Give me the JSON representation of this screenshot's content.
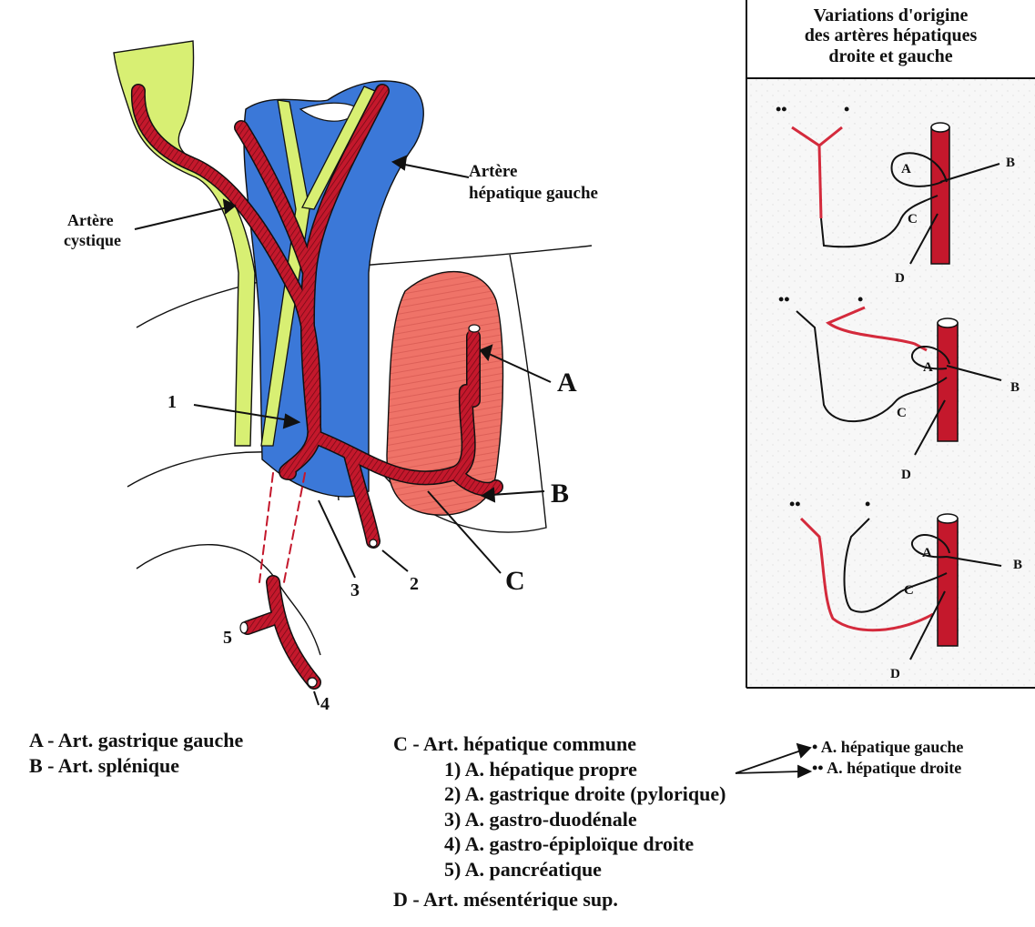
{
  "colors": {
    "artery": "#c4182c",
    "artery_stripe": "#6e0a14",
    "bile_duct": "#d8ef73",
    "liver": "#3b78d8",
    "stomach": "#ef7368",
    "outline": "#111111"
  },
  "diagram_labels": {
    "left_hepatic_artery": [
      "Artère",
      "hépatique gauche"
    ],
    "cystic_artery": [
      "Artère",
      "cystique"
    ],
    "label_1": "1",
    "label_2": "2",
    "label_3": "3",
    "label_4": "4",
    "label_5": "5",
    "label_A": "A",
    "label_B": "B",
    "label_C": "C"
  },
  "variations_panel": {
    "title": [
      "Variations d'origine",
      "des artères hépatiques",
      "droite et gauche"
    ],
    "variants": [
      {
        "double_dot": "••",
        "single_dot": "•",
        "A": "A",
        "B": "B",
        "C": "C",
        "D": "D"
      },
      {
        "double_dot": "••",
        "single_dot": "•",
        "A": "A",
        "B": "B",
        "C": "C",
        "D": "D"
      },
      {
        "double_dot": "••",
        "single_dot": "•",
        "A": "A",
        "B": "B",
        "C": "C",
        "D": "D"
      }
    ]
  },
  "legend": {
    "A": "A - Art. gastrique gauche",
    "B": "B - Art. splénique",
    "C": "C - Art. hépatique commune",
    "C_items": [
      "1) A. hépatique propre",
      "2) A. gastrique droite (pylorique)",
      "3) A. gastro-duodénale",
      "4) A. gastro-épiploïque droite",
      "5) A. pancréatique"
    ],
    "D": "D - Art. mésentérique sup.",
    "branch_left": "• A. hépatique gauche",
    "branch_right": "•• A. hépatique droite"
  }
}
